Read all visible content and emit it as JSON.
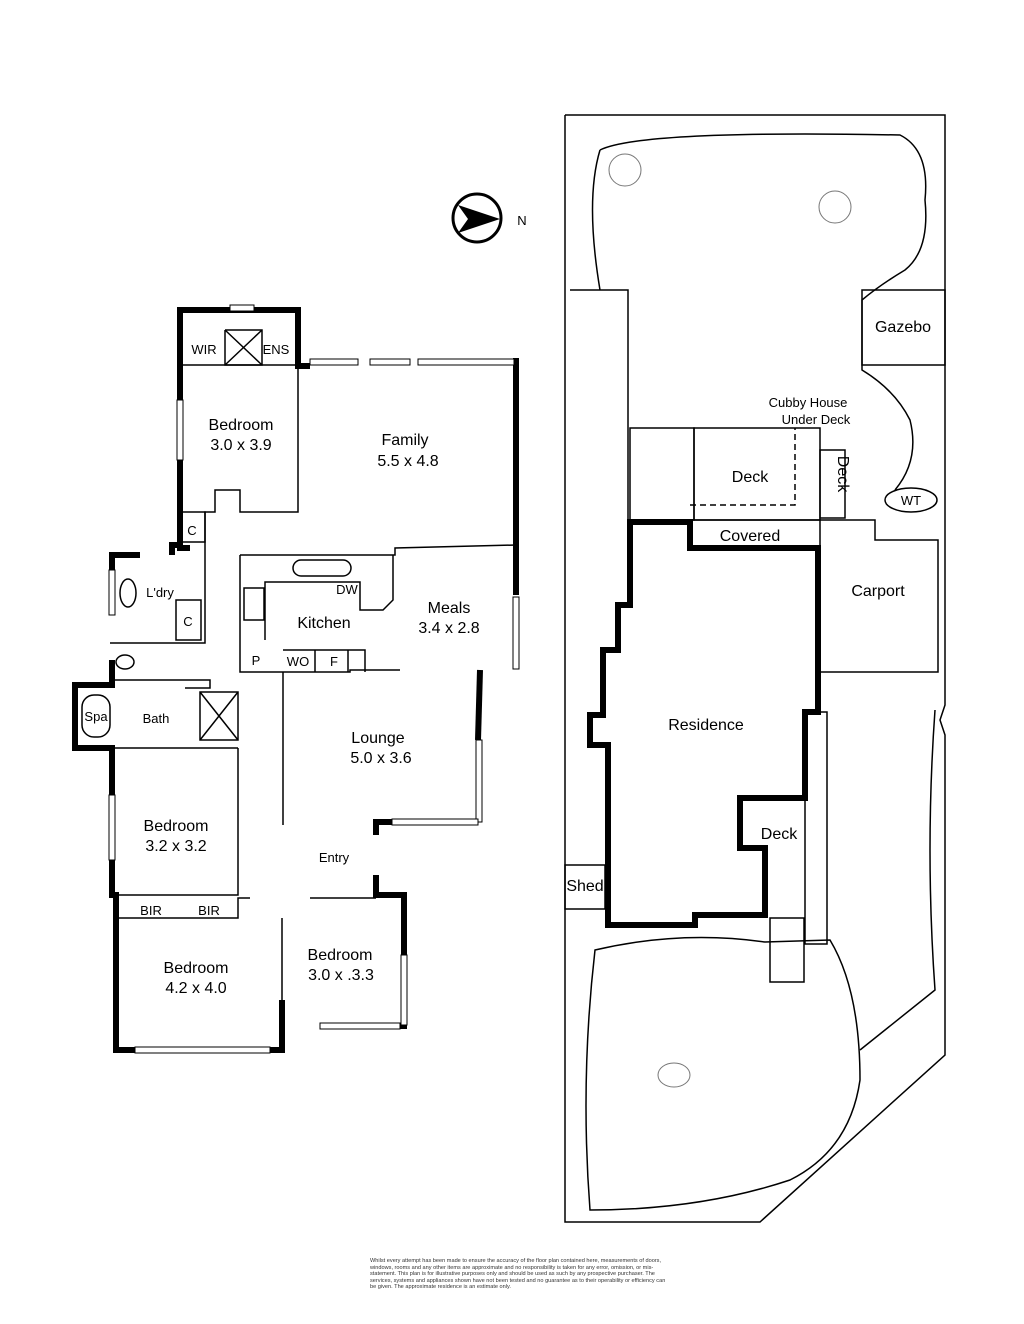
{
  "compass": {
    "label": "N"
  },
  "floor_plan": {
    "rooms": {
      "wir": "WIR",
      "ens": "ENS",
      "bedroom1": {
        "name": "Bedroom",
        "size": "3.0 x 3.9"
      },
      "family": {
        "name": "Family",
        "size": "5.5 x 4.8"
      },
      "c1": "C",
      "c2": "C",
      "laundry": "L'dry",
      "kitchen": "Kitchen",
      "dw": "DW",
      "pantry": "P",
      "wo": "WO",
      "fridge": "F",
      "meals": {
        "name": "Meals",
        "size": "3.4 x 2.8"
      },
      "spa": "Spa",
      "bath": "Bath",
      "lounge": {
        "name": "Lounge",
        "size": "5.0 x 3.6"
      },
      "bedroom2": {
        "name": "Bedroom",
        "size": "3.2 x 3.2"
      },
      "entry": "Entry",
      "bir1": "BIR",
      "bir2": "BIR",
      "bedroom3": {
        "name": "Bedroom",
        "size": "4.2 x 4.0"
      },
      "bedroom4": {
        "name": "Bedroom",
        "size": "3.0 x .3.3"
      }
    }
  },
  "site_plan": {
    "gazebo": "Gazebo",
    "cubby": [
      "Cubby House",
      "Under Deck"
    ],
    "deck1": "Deck",
    "deck2": "Deck",
    "covered": "Covered",
    "wt": "WT",
    "carport": "Carport",
    "residence": "Residence",
    "deck3": "Deck",
    "shed": "Shed"
  },
  "disclaimer": "Whilst every attempt has been made to ensure the accuracy of the floor plan contained here, measurements of doors, windows, rooms and any other items are approximate and no responsibility is taken for any error, omission, or mis-statement. This plan is for illustrative purposes only and should be used as such by any prospective purchaser. The services, systems and appliances shown have not been tested and no guarantee as to their operability or efficiency can be given. The approximate residence is an estimate only."
}
